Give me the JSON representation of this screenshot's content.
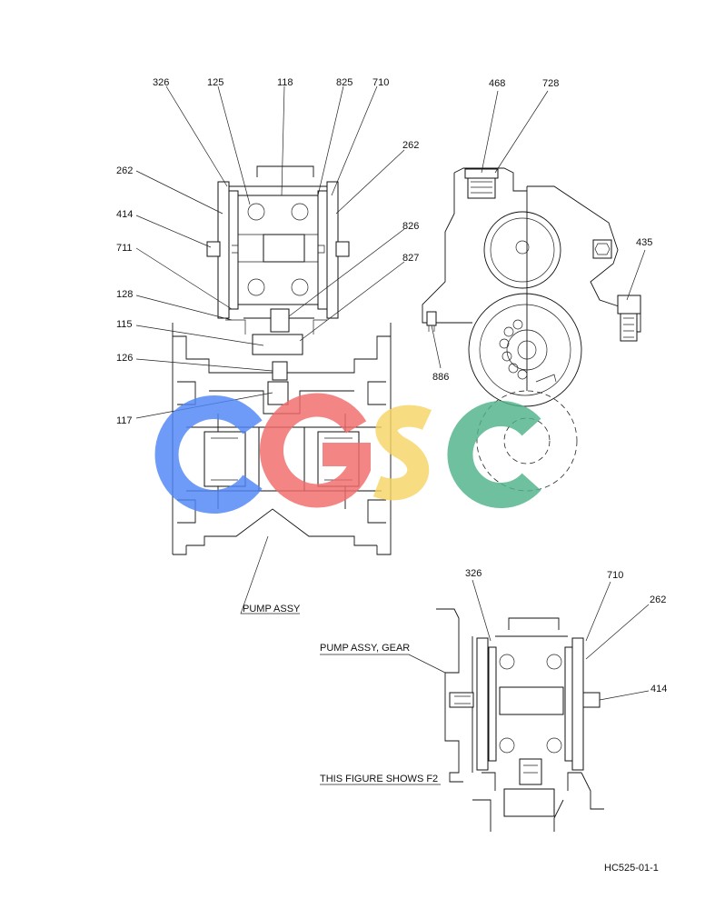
{
  "callouts": {
    "c326": "326",
    "c125": "125",
    "c118": "118",
    "c825": "825",
    "c710": "710",
    "c262a": "262",
    "c262b": "262",
    "c414": "414",
    "c711": "711",
    "c826": "826",
    "c827": "827",
    "c128": "128",
    "c115": "115",
    "c126": "126",
    "c117": "117",
    "c468": "468",
    "c728": "728",
    "c435": "435",
    "c886": "886",
    "d326": "326",
    "d710": "710",
    "d262": "262",
    "d414": "414"
  },
  "notes": {
    "pump_assy": "PUMP  ASSY",
    "pump_assy_gear": "PUMP  ASSY, GEAR",
    "figure_shows": "THIS FIGURE SHOWS  F2"
  },
  "drawing_code": "HC525-01-1",
  "watermark": {
    "letters": [
      "C",
      "G",
      "S",
      "C"
    ],
    "colors": [
      "#4f86f7",
      "#f26b6b",
      "#f7d566",
      "#4fb389"
    ]
  }
}
